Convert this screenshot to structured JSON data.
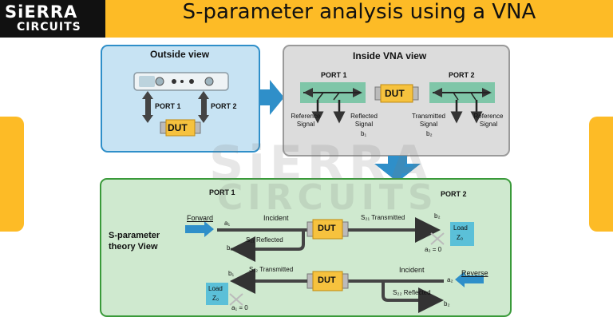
{
  "header": {
    "logo_line1": "SiERRA",
    "logo_line2": "CIRCUITS",
    "title": "S-parameter analysis using a VNA"
  },
  "watermark": {
    "line1": "SiERRA",
    "line2": "CIRCUITS"
  },
  "outside_view": {
    "title": "Outside view",
    "port1": "PORT 1",
    "port2": "PORT 2",
    "dut": "DUT"
  },
  "inside_view": {
    "title": "Inside VNA view",
    "port1": "PORT 1",
    "port2": "PORT 2",
    "dut": "DUT",
    "labels": {
      "ref_signal_1": "Reference Signal",
      "reflected_signal": "Reflected Signal",
      "b1": "b₁",
      "transmitted_signal": "Transmitted Signal",
      "b2": "b₂",
      "ref_signal_2": "Reference Signal"
    }
  },
  "theory_view": {
    "title": "S-parameter theory View",
    "port1": "PORT 1",
    "port2": "PORT 2",
    "forward": "Forward",
    "reverse": "Reverse",
    "top": {
      "incident": "Incident",
      "a1": "a₁",
      "s21": "S₂₁ Transmitted",
      "b2": "b₂",
      "s11": "S₁₁ Reflected",
      "b1": "b₁",
      "dut": "DUT",
      "load": "Load",
      "z": "Z₀",
      "a2zero": "a₂ = 0"
    },
    "bottom": {
      "b1": "b₁",
      "s12": "S₁₂ Transmitted",
      "incident": "Incident",
      "a2": "a₂",
      "dut": "DUT",
      "load": "Load",
      "z": "Z₀",
      "a1zero": "a₁ = 0",
      "s22": "S₂₂ Reflected",
      "b2": "b₂"
    }
  },
  "colors": {
    "brand_yellow": "#fdbb26",
    "panel_blue": "#c7e3f3",
    "panel_gray": "#dcdcdc",
    "panel_green": "#cfe9cf",
    "arrow_blue": "#2f8fc9",
    "dut_fill": "#f6c23e",
    "port_fill": "#7fc6a8"
  }
}
